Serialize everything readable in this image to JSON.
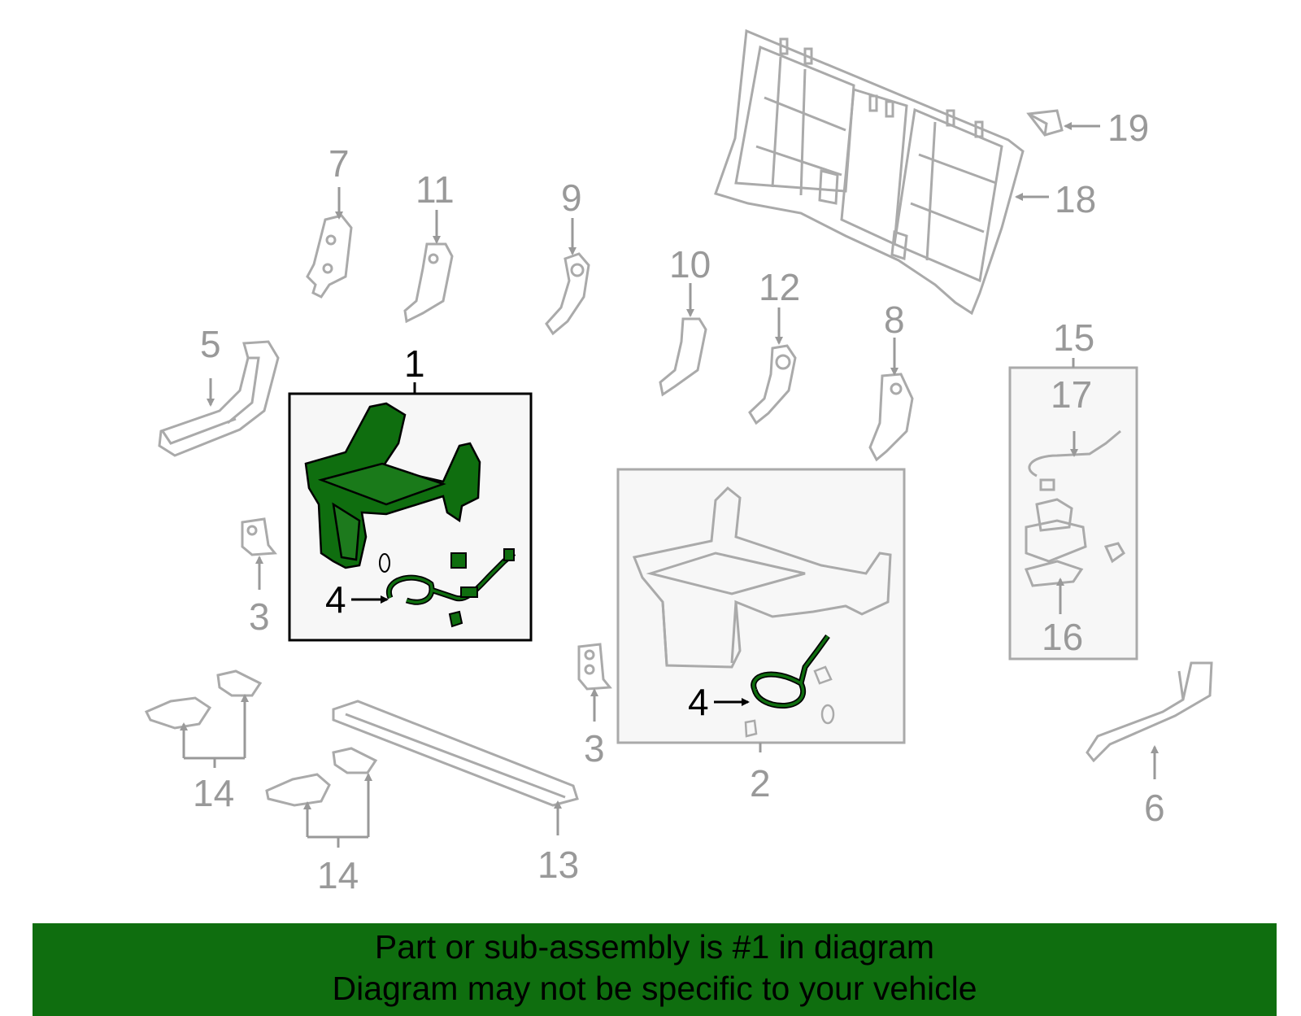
{
  "colors": {
    "background": "#ffffff",
    "part_outline": "#aaaaaa",
    "label_gray": "#999999",
    "highlight_fill": "#0f6e0f",
    "highlight_outline": "#000000",
    "box_fill": "#f7f7f7",
    "banner_fill": "#0f6e0f",
    "banner_text": "#000000"
  },
  "callouts": {
    "c1": "1",
    "c2": "2",
    "c3a": "3",
    "c3b": "3",
    "c4a": "4",
    "c4b": "4",
    "c5": "5",
    "c6": "6",
    "c7": "7",
    "c8": "8",
    "c9": "9",
    "c10": "10",
    "c11": "11",
    "c12": "12",
    "c13": "13",
    "c14a": "14",
    "c14b": "14",
    "c15": "15",
    "c16": "16",
    "c17": "17",
    "c18": "18",
    "c19": "19"
  },
  "banner": {
    "line1": "Part or sub-assembly is #1 in diagram",
    "line2": "Diagram may not be specific to your vehicle"
  }
}
